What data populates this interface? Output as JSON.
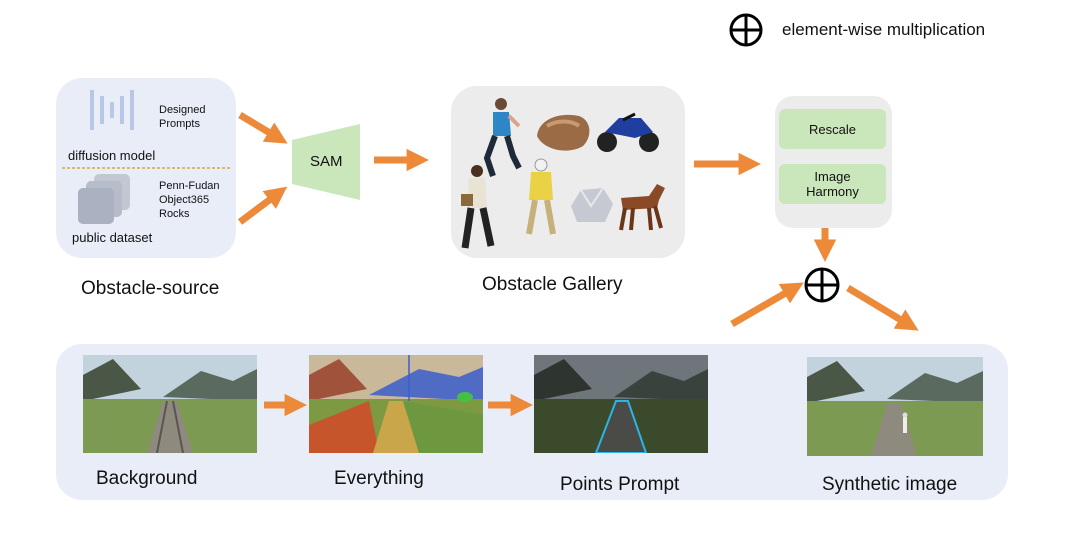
{
  "legend": {
    "symbol": "⊕",
    "text": "element-wise multiplication"
  },
  "source": {
    "designed_prompts": [
      "Designed",
      "Prompts"
    ],
    "diffusion_model": "diffusion model",
    "datasets": [
      "Penn-Fudan",
      "Object365",
      "Rocks"
    ],
    "public_dataset": "public dataset",
    "title": "Obstacle-source"
  },
  "sam": "SAM",
  "gallery": {
    "title": "Obstacle Gallery"
  },
  "ops": {
    "rescale": "Rescale",
    "harmony": [
      "Image",
      "Harmony"
    ]
  },
  "pipeline": {
    "background": "Background",
    "everything": "Everything",
    "points_prompt": "Points Prompt",
    "synthetic": "Synthetic image"
  },
  "colors": {
    "arrow": "#ed8a3a",
    "panel_blue": "#e8edf8",
    "panel_gray": "#ececec",
    "green": "#c9e7bb"
  }
}
